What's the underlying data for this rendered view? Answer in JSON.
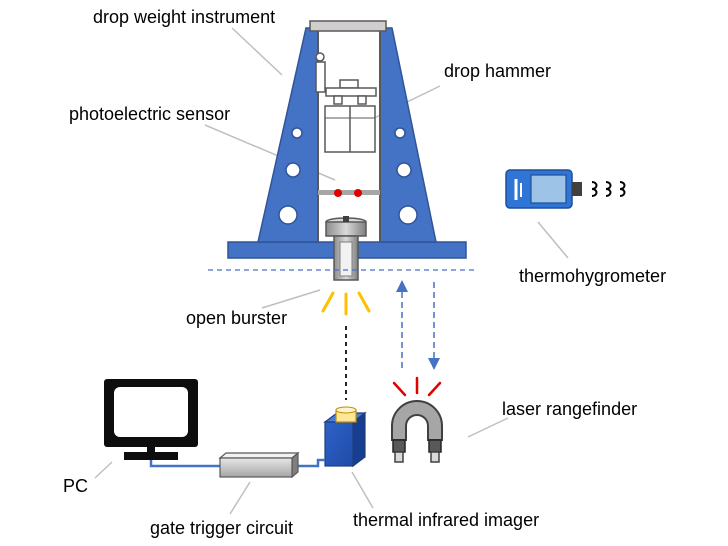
{
  "labels": {
    "drop_weight_instrument": "drop weight instrument",
    "drop_hammer": "drop hammer",
    "photoelectric_sensor": "photoelectric sensor",
    "thermohygrometer": "thermohygrometer",
    "open_burster": "open burster",
    "laser_rangefinder": "laser rangefinder",
    "pc": "PC",
    "gate_trigger_circuit": "gate trigger circuit",
    "thermal_infrared_imager": "thermal infrared imager"
  },
  "colors": {
    "frame_blue": "#4472C4",
    "frame_blue_dark": "#2F5597",
    "sensor_red": "#E00000",
    "flash_yellow": "#FFC000",
    "laser_red": "#E00000",
    "cable_blue": "#4472C4",
    "leader_gray": "#BFBFBF",
    "metal_gray": "#A6A6A6"
  },
  "icons": {
    "thermohygrometer": "thermohygrometer-icon",
    "pc": "monitor-icon",
    "gate_trigger": "trigger-box-icon",
    "thermal_imager": "thermal-camera-icon",
    "laser_rangefinder": "rangefinder-icon",
    "burster": "burster-cup-icon"
  }
}
